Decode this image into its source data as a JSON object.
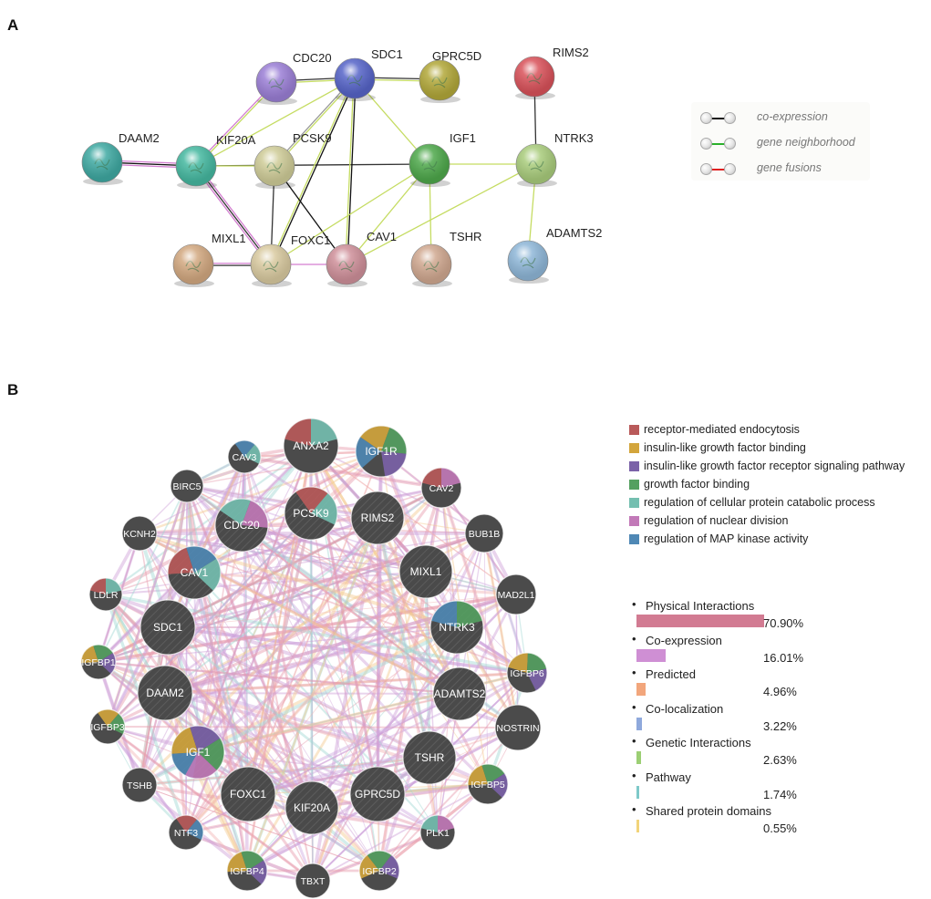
{
  "panel_a": {
    "letter": "A",
    "nodes": [
      {
        "id": "CDC20",
        "label": "CDC20",
        "color": "#9b7fd6"
      },
      {
        "id": "SDC1",
        "label": "SDC1",
        "color": "#5664c8"
      },
      {
        "id": "GPRC5D",
        "label": "GPRC5D",
        "color": "#b2a83a"
      },
      {
        "id": "RIMS2",
        "label": "RIMS2",
        "color": "#d9525a"
      },
      {
        "id": "DAAM2",
        "label": "DAAM2",
        "color": "#3fa9a2"
      },
      {
        "id": "KIF20A",
        "label": "KIF20A",
        "color": "#45b8a0"
      },
      {
        "id": "PCSK9",
        "label": "PCSK9",
        "color": "#cfcc98"
      },
      {
        "id": "IGF1",
        "label": "IGF1",
        "color": "#4ea84b"
      },
      {
        "id": "NTRK3",
        "label": "NTRK3",
        "color": "#a9cc7c"
      },
      {
        "id": "MIXL1",
        "label": "MIXL1",
        "color": "#d2a880"
      },
      {
        "id": "FOXC1",
        "label": "FOXC1",
        "color": "#d9caa0"
      },
      {
        "id": "CAV1",
        "label": "CAV1",
        "color": "#cf909a"
      },
      {
        "id": "TSHR",
        "label": "TSHR",
        "color": "#d0a890"
      },
      {
        "id": "ADAMTS2",
        "label": "ADAMTS2",
        "color": "#8fb7d8"
      }
    ],
    "legend": [
      {
        "label": "co-expression",
        "color": "#111111"
      },
      {
        "label": "gene neighborhood",
        "color": "#2bb02b"
      },
      {
        "label": "gene fusions",
        "color": "#e02020"
      }
    ]
  },
  "panel_b": {
    "letter": "B",
    "function_legend": [
      {
        "label": "receptor-mediated endocytosis",
        "color": "#b95a5a"
      },
      {
        "label": "insulin-like growth factor binding",
        "color": "#d3a53c"
      },
      {
        "label": "insulin-like growth factor receptor signaling pathway",
        "color": "#7b62a8"
      },
      {
        "label": "growth factor binding",
        "color": "#54a060"
      },
      {
        "label": "regulation of cellular protein catabolic process",
        "color": "#74bfb0"
      },
      {
        "label": "regulation of nuclear division",
        "color": "#c279b8"
      },
      {
        "label": "regulation of MAP kinase activity",
        "color": "#4f88b5"
      }
    ],
    "network_types": [
      {
        "label": "Physical Interactions",
        "percent_text": "70.90%",
        "percent": 70.9,
        "color": "#d27b92"
      },
      {
        "label": "Co-expression",
        "percent_text": "16.01%",
        "percent": 16.01,
        "color": "#cf8fd4"
      },
      {
        "label": "Predicted",
        "percent_text": "4.96%",
        "percent": 4.96,
        "color": "#f2a67c"
      },
      {
        "label": "Co-localization",
        "percent_text": "3.22%",
        "percent": 3.22,
        "color": "#8fa9dc"
      },
      {
        "label": "Genetic Interactions",
        "percent_text": "2.63%",
        "percent": 2.63,
        "color": "#9ccf74"
      },
      {
        "label": "Pathway",
        "percent_text": "1.74%",
        "percent": 1.74,
        "color": "#7ec9c9"
      },
      {
        "label": "Shared protein domains",
        "percent_text": "0.55%",
        "percent": 0.55,
        "color": "#f2d47a"
      }
    ],
    "nodes": [
      {
        "id": "ANXA2",
        "label": "ANXA2",
        "query": false,
        "slices": [
          "#b95a5a",
          "#74bfb0"
        ]
      },
      {
        "id": "IGF1R",
        "label": "IGF1R",
        "query": false,
        "slices": [
          "#4f88b5",
          "#d3a53c",
          "#54a060",
          "#7b62a8"
        ]
      },
      {
        "id": "CAV3",
        "label": "CAV3",
        "query": false,
        "slices": [
          "#4f88b5",
          "#74bfb0"
        ]
      },
      {
        "id": "CAV2",
        "label": "CAV2",
        "query": false,
        "slices": [
          "#b95a5a",
          "#c279b8"
        ]
      },
      {
        "id": "BIRC5",
        "label": "BIRC5",
        "query": false,
        "slices": []
      },
      {
        "id": "PCSK9",
        "label": "PCSK9",
        "query": true,
        "slices": [
          "#b95a5a",
          "#74bfb0"
        ]
      },
      {
        "id": "RIMS2",
        "label": "RIMS2",
        "query": true,
        "slices": []
      },
      {
        "id": "CDC20",
        "label": "CDC20",
        "query": true,
        "slices": [
          "#74bfb0",
          "#c279b8"
        ]
      },
      {
        "id": "BUB1B",
        "label": "BUB1B",
        "query": false,
        "slices": []
      },
      {
        "id": "KCNH2",
        "label": "KCNH2",
        "query": false,
        "slices": []
      },
      {
        "id": "CAV1",
        "label": "CAV1",
        "query": true,
        "slices": [
          "#b95a5a",
          "#4f88b5",
          "#74bfb0"
        ]
      },
      {
        "id": "MIXL1",
        "label": "MIXL1",
        "query": true,
        "slices": []
      },
      {
        "id": "LDLR",
        "label": "LDLR",
        "query": false,
        "slices": [
          "#b95a5a",
          "#74bfb0"
        ]
      },
      {
        "id": "MAD2L1",
        "label": "MAD2L1",
        "query": false,
        "slices": []
      },
      {
        "id": "SDC1",
        "label": "SDC1",
        "query": true,
        "slices": []
      },
      {
        "id": "NTRK3",
        "label": "NTRK3",
        "query": true,
        "slices": [
          "#4f88b5",
          "#54a060"
        ]
      },
      {
        "id": "IGFBP1",
        "label": "IGFBP1",
        "query": false,
        "slices": [
          "#d3a53c",
          "#54a060",
          "#7b62a8"
        ]
      },
      {
        "id": "IGFBP6",
        "label": "IGFBP6",
        "query": false,
        "slices": [
          "#d3a53c",
          "#54a060",
          "#7b62a8"
        ]
      },
      {
        "id": "DAAM2",
        "label": "DAAM2",
        "query": true,
        "slices": []
      },
      {
        "id": "ADAMTS2",
        "label": "ADAMTS2",
        "query": true,
        "slices": []
      },
      {
        "id": "IGFBP3",
        "label": "IGFBP3",
        "query": false,
        "slices": [
          "#d3a53c",
          "#54a060"
        ]
      },
      {
        "id": "NOSTRIN",
        "label": "NOSTRIN",
        "query": false,
        "slices": []
      },
      {
        "id": "IGF1",
        "label": "IGF1",
        "query": true,
        "slices": [
          "#4f88b5",
          "#d3a53c",
          "#7b62a8",
          "#54a060",
          "#c279b8"
        ]
      },
      {
        "id": "TSHR",
        "label": "TSHR",
        "query": true,
        "slices": []
      },
      {
        "id": "TSHB",
        "label": "TSHB",
        "query": false,
        "slices": []
      },
      {
        "id": "IGFBP5",
        "label": "IGFBP5",
        "query": false,
        "slices": [
          "#d3a53c",
          "#54a060",
          "#7b62a8"
        ]
      },
      {
        "id": "FOXC1",
        "label": "FOXC1",
        "query": true,
        "slices": []
      },
      {
        "id": "KIF20A",
        "label": "KIF20A",
        "query": true,
        "slices": []
      },
      {
        "id": "GPRC5D",
        "label": "GPRC5D",
        "query": true,
        "slices": []
      },
      {
        "id": "NTF3",
        "label": "NTF3",
        "query": false,
        "slices": [
          "#b95a5a",
          "#4f88b5"
        ]
      },
      {
        "id": "PLK1",
        "label": "PLK1",
        "query": false,
        "slices": [
          "#74bfb0",
          "#c279b8"
        ]
      },
      {
        "id": "IGFBP4",
        "label": "IGFBP4",
        "query": false,
        "slices": [
          "#d3a53c",
          "#54a060",
          "#7b62a8"
        ]
      },
      {
        "id": "TBXT",
        "label": "TBXT",
        "query": false,
        "slices": []
      },
      {
        "id": "IGFBP2",
        "label": "IGFBP2",
        "query": false,
        "slices": [
          "#d3a53c",
          "#54a060",
          "#7b62a8"
        ]
      }
    ]
  }
}
